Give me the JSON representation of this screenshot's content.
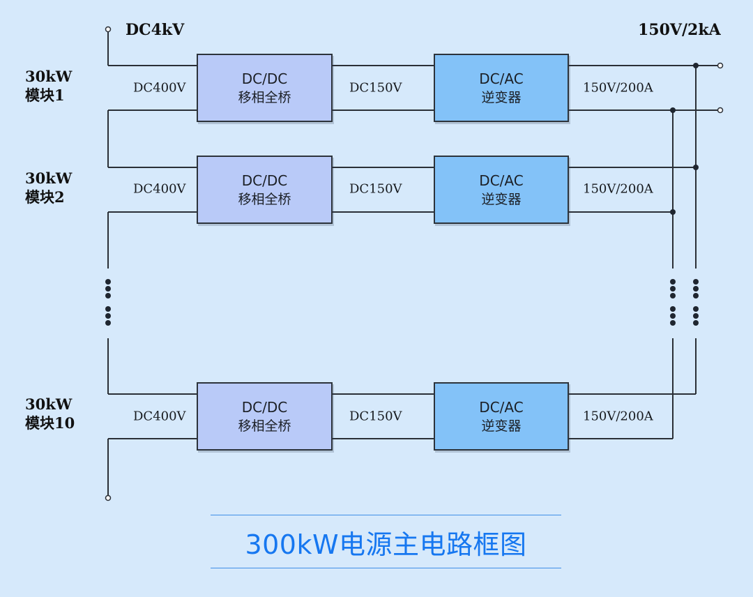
{
  "input_label": "DC4kV",
  "output_label": "150V/2kA",
  "caption": "300kW电源主电路框图",
  "colors": {
    "background": "#d6e9fb",
    "dcdc_block": "#b9caf8",
    "inverter_block": "#83c2f8",
    "caption_text": "#1677f0"
  },
  "modules": [
    {
      "label_line1": "30kW",
      "label_line2": "模块1",
      "input_voltage": "DC400V",
      "dcdc_title": "DC/DC",
      "dcdc_subtitle": "移相全桥",
      "link_voltage": "DC150V",
      "inverter_title": "DC/AC",
      "inverter_subtitle": "逆变器",
      "output_rating": "150V/200A"
    },
    {
      "label_line1": "30kW",
      "label_line2": "模块2",
      "input_voltage": "DC400V",
      "dcdc_title": "DC/DC",
      "dcdc_subtitle": "移相全桥",
      "link_voltage": "DC150V",
      "inverter_title": "DC/AC",
      "inverter_subtitle": "逆变器",
      "output_rating": "150V/200A"
    },
    {
      "label_line1": "30kW",
      "label_line2": "模块10",
      "input_voltage": "DC400V",
      "dcdc_title": "DC/DC",
      "dcdc_subtitle": "移相全桥",
      "link_voltage": "DC150V",
      "inverter_title": "DC/AC",
      "inverter_subtitle": "逆变器",
      "output_rating": "150V/200A"
    }
  ]
}
